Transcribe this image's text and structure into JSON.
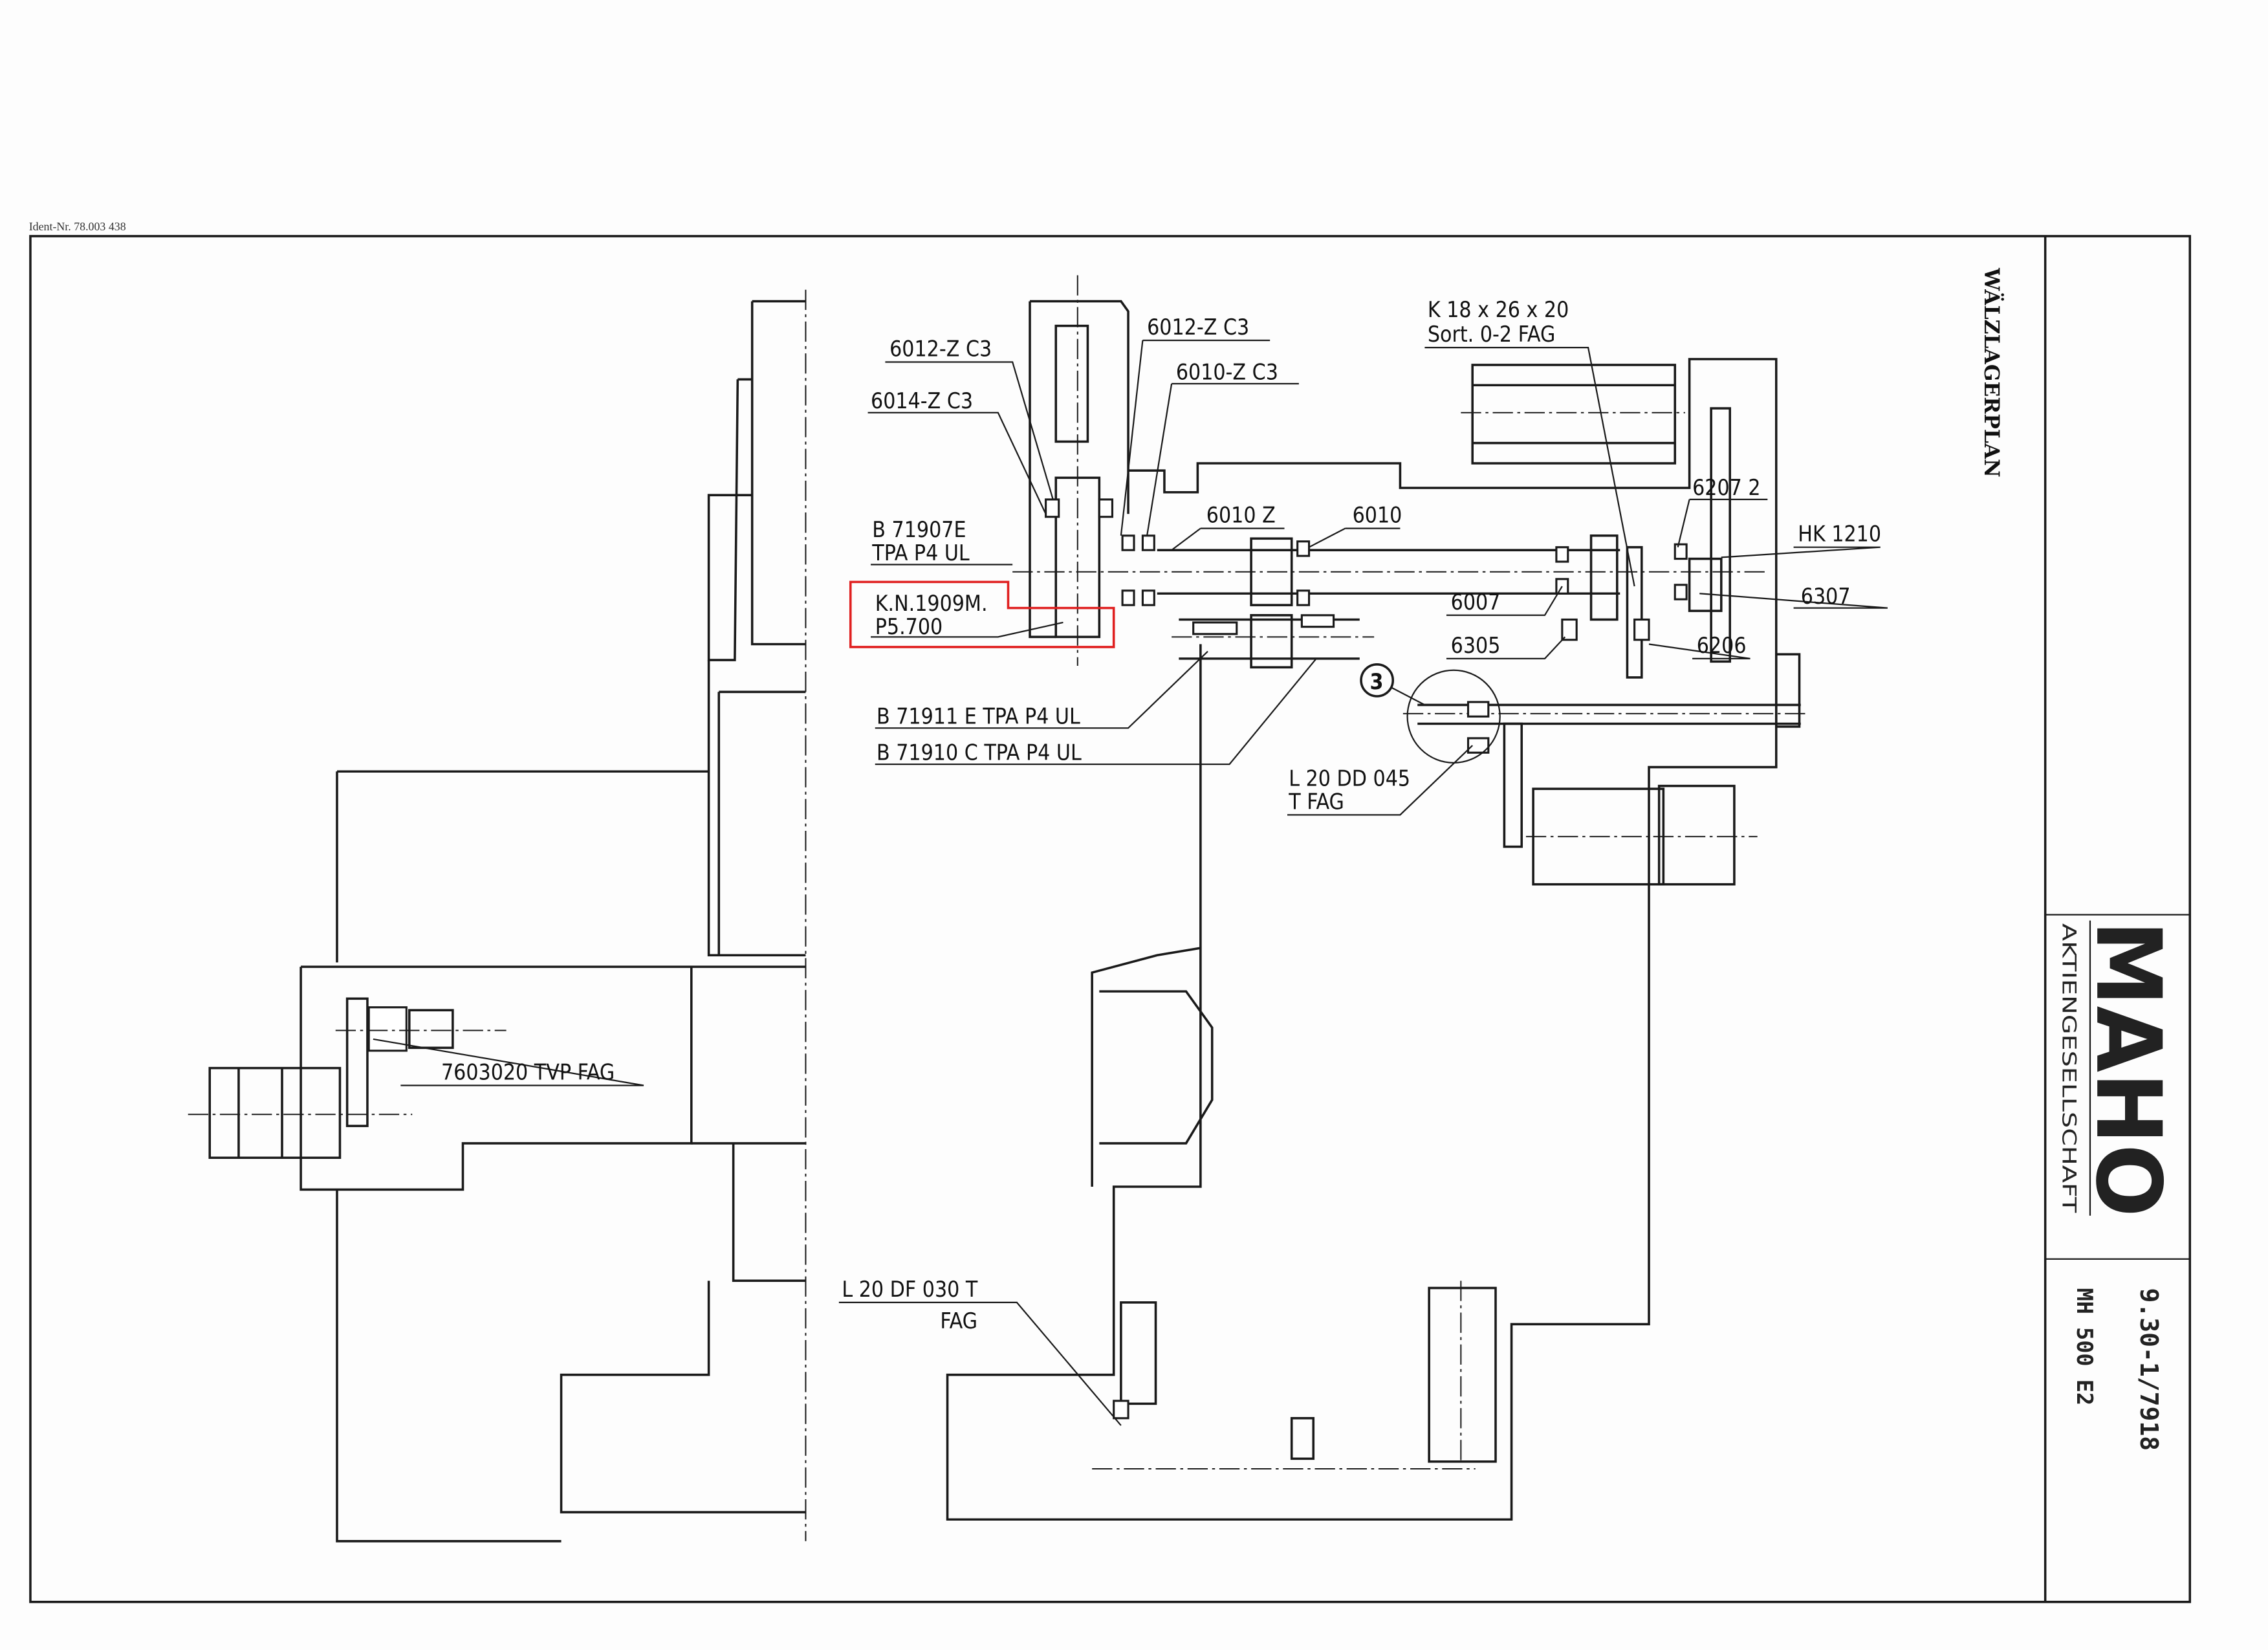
{
  "header": {
    "ident": "Ident-Nr. 78.003 438"
  },
  "title_block": {
    "title": "WÄLZLAGERPLAN",
    "logo": "MAHO",
    "company": "AKTIENGESELLSCHAFT",
    "drawing_no": "9.30-1/7918",
    "model": "MH 500 E2"
  },
  "labels": {
    "l1": "6012-Z  C3",
    "l2": "6014-Z  C3",
    "l3": "6012-Z  C3",
    "l4": "6010-Z  C3",
    "l5a": "B 71907E",
    "l5b": "TPA  P4 UL",
    "l6a": "K.N.1909M.",
    "l6b": "P5.700",
    "l7": "6010  Z",
    "l8": "6010",
    "l9a": "K 18 x 26 x 20",
    "l9b": "Sort. 0-2 FAG",
    "l10": "6207 2",
    "l11": "HK  1210",
    "l12": "6007",
    "l13": "6307",
    "l14": "6305",
    "l15": "6206",
    "l16": "B 71911 E   TPA  P4  UL",
    "l17": "B 71910 C   TPA  P4  UL",
    "l18": "3",
    "l19a": "L 20 DD 045",
    "l19b": "T  FAG",
    "l20": "7603020  TVP  FAG",
    "l21a": "L  20  DF  030 T",
    "l21b": "FAG"
  },
  "highlight_color": "#e02020"
}
